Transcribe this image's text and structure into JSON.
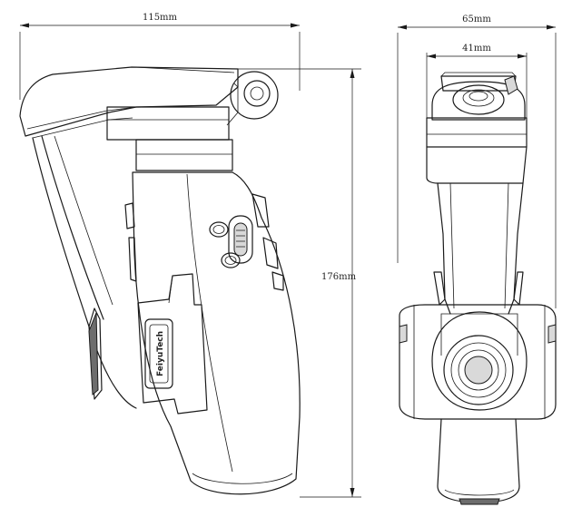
{
  "dimensions": {
    "side_width": "115mm",
    "height": "176mm",
    "front_width": "65mm",
    "front_inner_width": "41mm"
  },
  "logo": {
    "text": "FeiyuTech"
  }
}
